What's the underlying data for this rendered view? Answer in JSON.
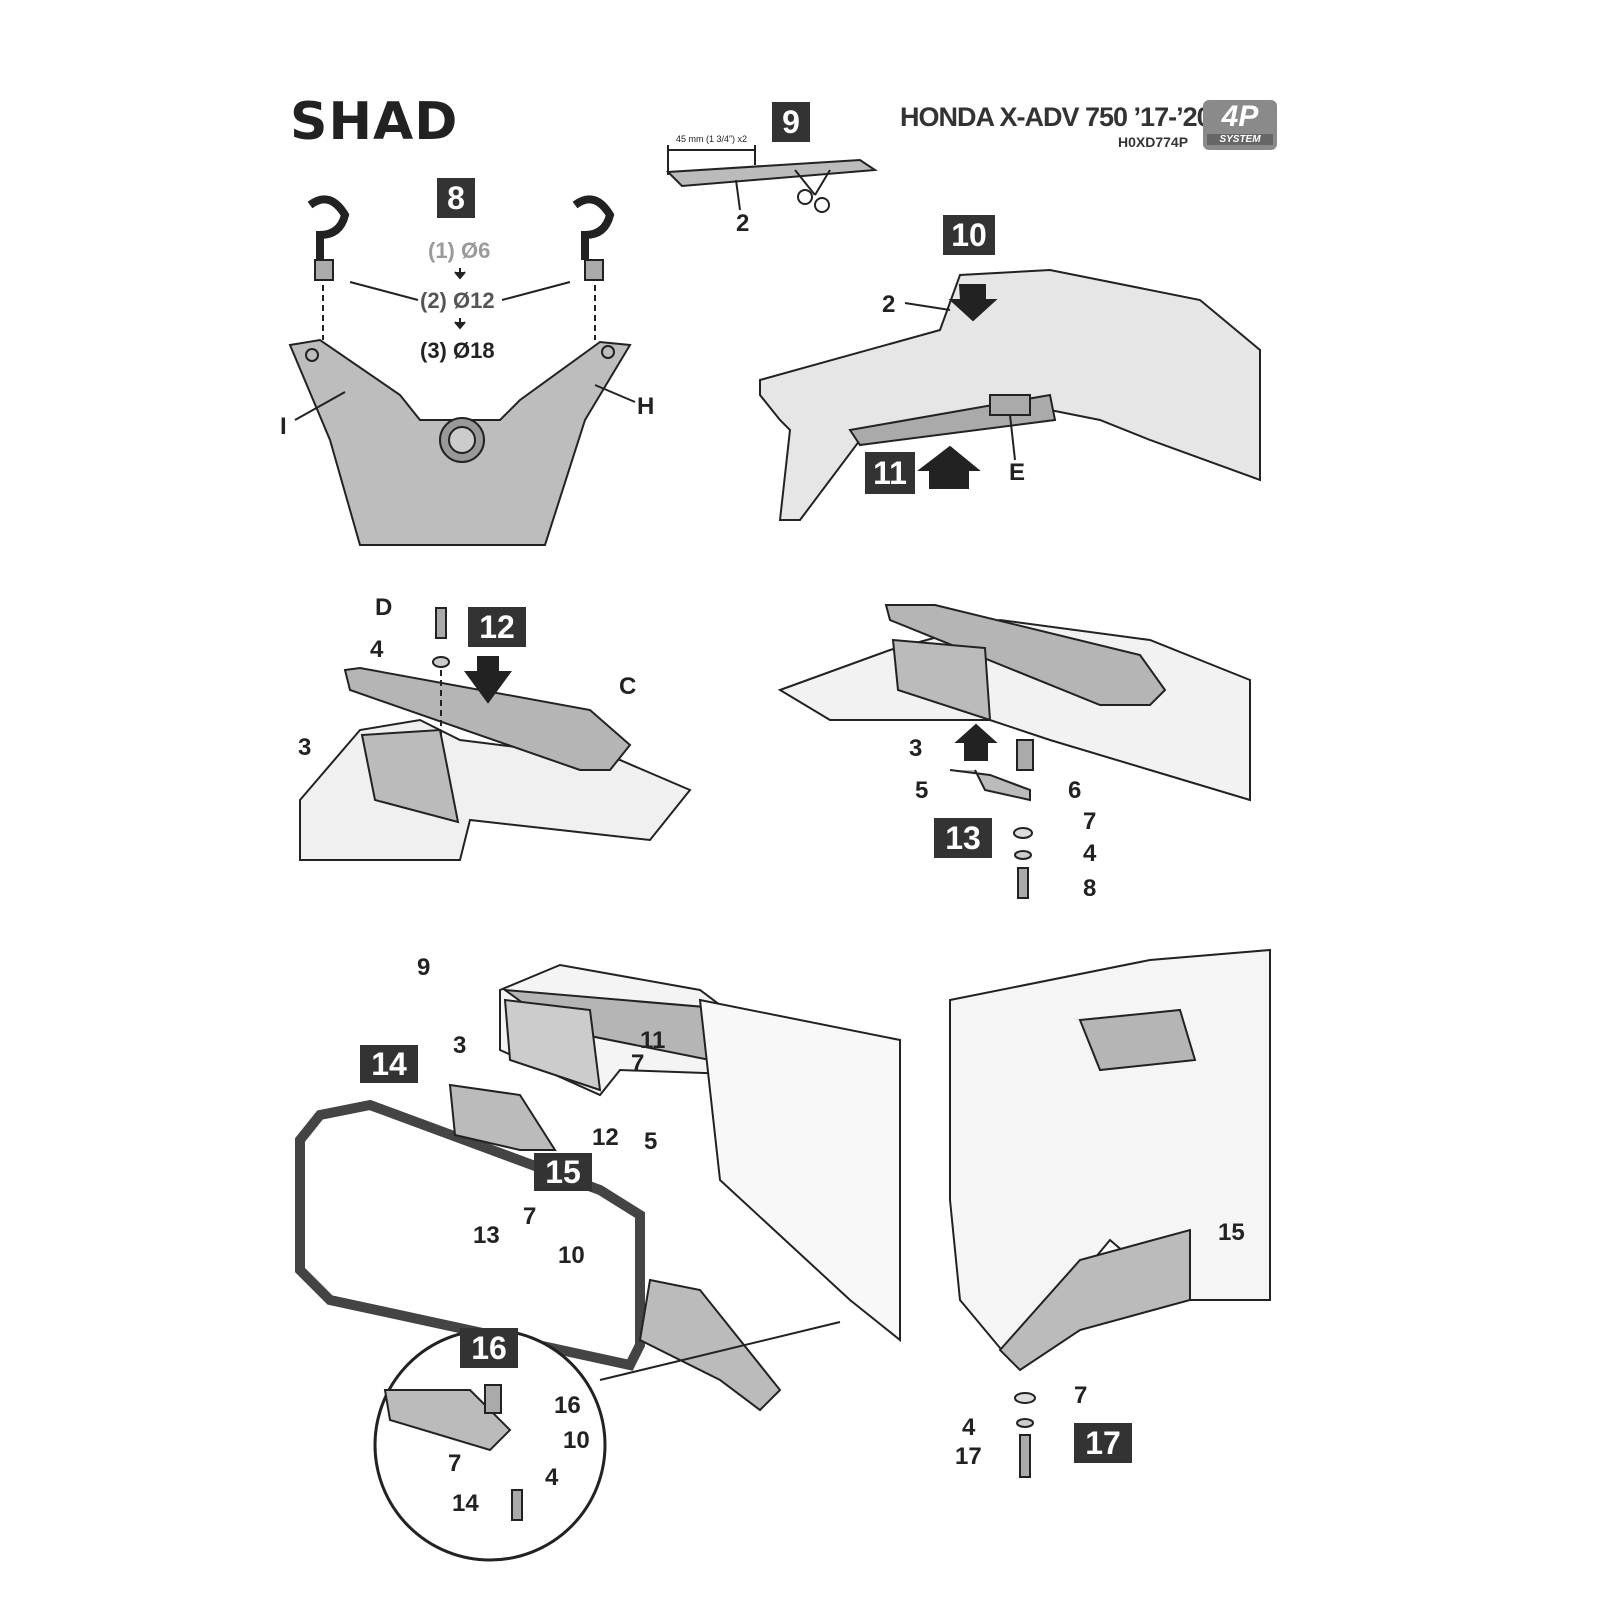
{
  "header": {
    "brand": "SHAD",
    "title": "HONDA X-ADV 750 ’17-’20",
    "code": "H0XD774P",
    "system_logo_main": "4P",
    "system_logo_sub": "SYSTEM"
  },
  "steps": {
    "s8": {
      "number": "8",
      "d1": "(1) Ø6",
      "d2": "(2) Ø12",
      "d3": "(3) Ø18",
      "labels": [
        "I",
        "H"
      ]
    },
    "s9": {
      "number": "9",
      "measure": "45 mm (1 3/4”) x2",
      "labels": [
        "2"
      ]
    },
    "s10": {
      "number": "10",
      "labels": [
        "2",
        "E"
      ]
    },
    "s11": {
      "number": "11"
    },
    "s12": {
      "number": "12",
      "labels": [
        "D",
        "4",
        "C",
        "3"
      ]
    },
    "s13": {
      "number": "13",
      "labels": [
        "3",
        "5",
        "6",
        "7",
        "4",
        "8"
      ]
    },
    "s14": {
      "number": "14",
      "labels": [
        "9",
        "3",
        "11",
        "7",
        "12",
        "5",
        "7",
        "13",
        "10"
      ]
    },
    "s15": {
      "number": "15"
    },
    "s16": {
      "number": "16",
      "labels": [
        "16",
        "10",
        "7",
        "4",
        "14"
      ]
    },
    "s17": {
      "number": "17",
      "labels": [
        "15",
        "7",
        "4",
        "17"
      ]
    }
  },
  "colors": {
    "badge": "#333333",
    "part_fill": "#b8b8b8",
    "line": "#222222",
    "diameter_gray": "#9a9a9a"
  }
}
